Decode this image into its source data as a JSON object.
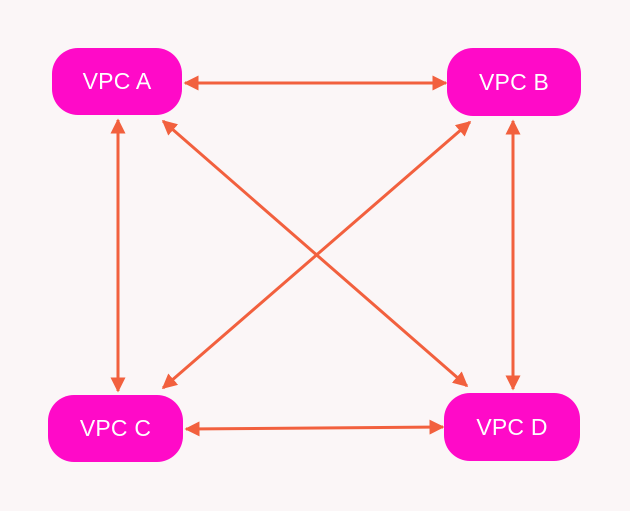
{
  "colors": {
    "background": "#fbf6f7",
    "node": "#ff0ac8",
    "node_text": "#ffffff",
    "arrow": "#f2603e"
  },
  "nodes": {
    "a": {
      "label": "VPC A"
    },
    "b": {
      "label": "VPC B"
    },
    "c": {
      "label": "VPC C"
    },
    "d": {
      "label": "VPC D"
    }
  },
  "connections": [
    {
      "from": "a",
      "to": "b",
      "direction": "bidirectional"
    },
    {
      "from": "a",
      "to": "c",
      "direction": "bidirectional"
    },
    {
      "from": "a",
      "to": "d",
      "direction": "bidirectional"
    },
    {
      "from": "b",
      "to": "c",
      "direction": "bidirectional"
    },
    {
      "from": "b",
      "to": "d",
      "direction": "bidirectional"
    },
    {
      "from": "c",
      "to": "d",
      "direction": "bidirectional"
    }
  ]
}
